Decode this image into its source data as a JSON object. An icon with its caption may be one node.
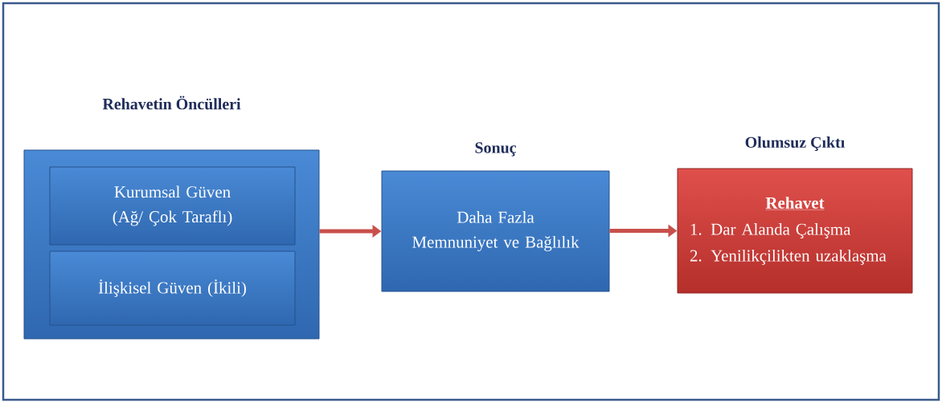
{
  "diagram": {
    "nodes": [
      {
        "text": [
          "Rehavetin Öncülleri"
        ]
      },
      {
        "text": [
          "Kurumsal Güven (Ağ/ Çok Taraflı)"
        ],
        "in": 0
      },
      {
        "text": [
          "İlişkisel Güven (İkili)"
        ],
        "in": 0
      },
      {
        "text": [
          "Sonuç",
          "Daha Fazla Memnuniyet ve Bağlılık"
        ]
      },
      {
        "text": [
          "Olumsuz Çıktı",
          "Rehavet",
          "1. Dar Alanda Çalışma",
          "2. Yenilikçilikten uzaklaşma"
        ]
      }
    ],
    "edges": [
      {
        "from": 0,
        "to": 3,
        "arrow": "to"
      },
      {
        "from": 3,
        "to": 4,
        "arrow": "to"
      }
    ]
  }
}
